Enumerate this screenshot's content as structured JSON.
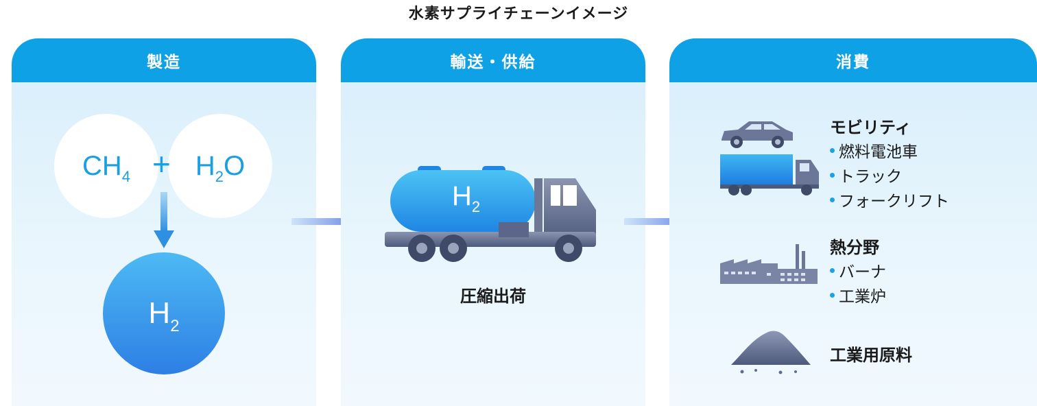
{
  "title": "水素サプライチェーンイメージ",
  "panels": {
    "production": {
      "header": "製造",
      "molecule_a": {
        "base": "CH",
        "sub": "4"
      },
      "plus": "+",
      "molecule_b": {
        "base": "H",
        "sub": "2",
        "tail": "O"
      },
      "product": {
        "base": "H",
        "sub": "2"
      }
    },
    "transport": {
      "header": "輸送・供給",
      "tank": {
        "base": "H",
        "sub": "2"
      },
      "caption": "圧縮出荷"
    },
    "consumption": {
      "header": "消費",
      "mobility": {
        "title": "モビリティ",
        "items": [
          "燃料電池車",
          "トラック",
          "フォークリフト"
        ]
      },
      "heat": {
        "title": "熱分野",
        "items": [
          "バーナ",
          "工業炉"
        ]
      },
      "industrial": {
        "title": "工業用原料"
      }
    }
  },
  "colors": {
    "header": "#0fa1e6",
    "accent": "#1aa1e6",
    "vehicle": "#5f6d8e"
  }
}
